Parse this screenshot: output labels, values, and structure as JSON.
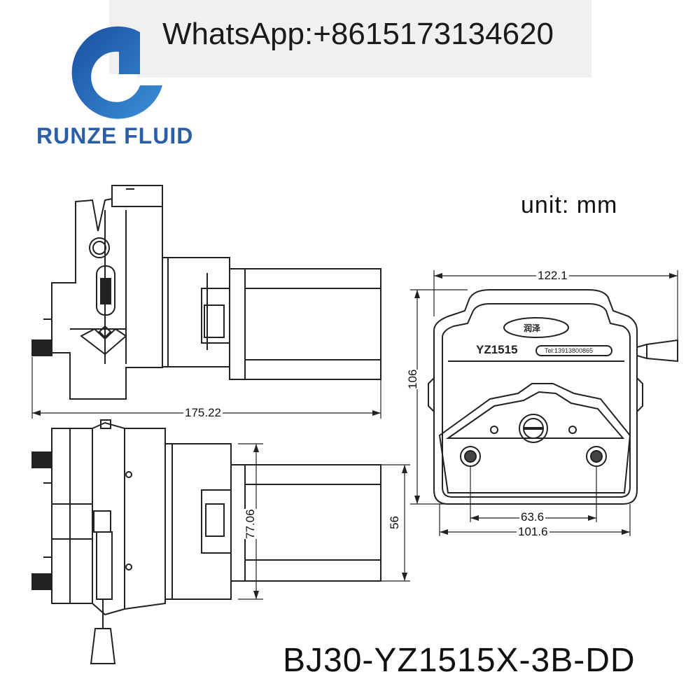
{
  "header": {
    "whatsapp": "WhatsApp:+8615173134620",
    "brand_name": "RUNZE FLUID",
    "brand_color": "#2a5fa8"
  },
  "diagram": {
    "unit_label": "unit: mm",
    "model_code": "BJ30-YZ1515X-3B-DD",
    "dimensions": {
      "side_length": "175.22",
      "front_width": "122.1",
      "front_height": "106",
      "mount_spacing": "63.6",
      "base_width": "101.6",
      "motor_flange": "77.06",
      "motor_width": "56"
    },
    "pump_head": {
      "logo_text": "润泽",
      "model_label": "YZ1515",
      "tel_label": "Tel:13913800865"
    }
  }
}
